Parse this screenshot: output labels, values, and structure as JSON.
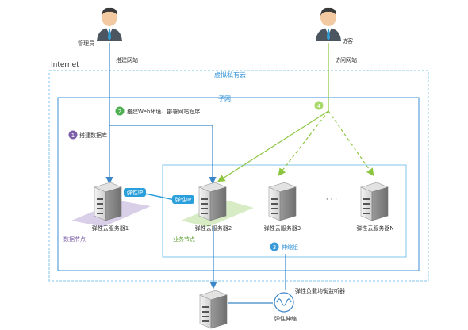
{
  "actors": {
    "admin_label": "管理员",
    "visitor_label": "访客"
  },
  "zones": {
    "internet_label": "Internet",
    "vpc_label": "虚拟私有云",
    "subnet_label": "子网"
  },
  "flows": {
    "admin_build_site": "搭建网站",
    "visitor_access_site": "访问网站"
  },
  "steps": [
    {
      "number": "1",
      "label": "搭建数据库"
    },
    {
      "number": "2",
      "label": "搭建Web环境、部署网站程序"
    },
    {
      "number": "3",
      "label": "伸缩组"
    },
    {
      "number": "4",
      "label": ""
    }
  ],
  "nodes": {
    "server1": "弹性云服务器1",
    "server2": "弹性云服务器2",
    "server3": "弹性云服务器3",
    "serverN": "弹性云服务器N",
    "ellipsis": "· · ·",
    "data_node": "数据节点",
    "business_node": "业务节点",
    "eip_left": "弹性IP",
    "eip_right": "弹性IP",
    "elb_label": "弹性负载均衡监听器",
    "elb_short": "弹性伸缩"
  },
  "colors": {
    "dashed_border": "#7fc6ec",
    "subnet_border": "#3c8fd8",
    "arrow_blue": "#3a86c8",
    "arrow_green": "#8cc63f",
    "step_purple": "#7b5ea7",
    "step_green": "#4caf50",
    "step_blue": "#3a9ad9",
    "eip_blue": "#2b9fdc",
    "data_plane": "#d9cfe8",
    "business_plane": "#d7ecc5"
  }
}
